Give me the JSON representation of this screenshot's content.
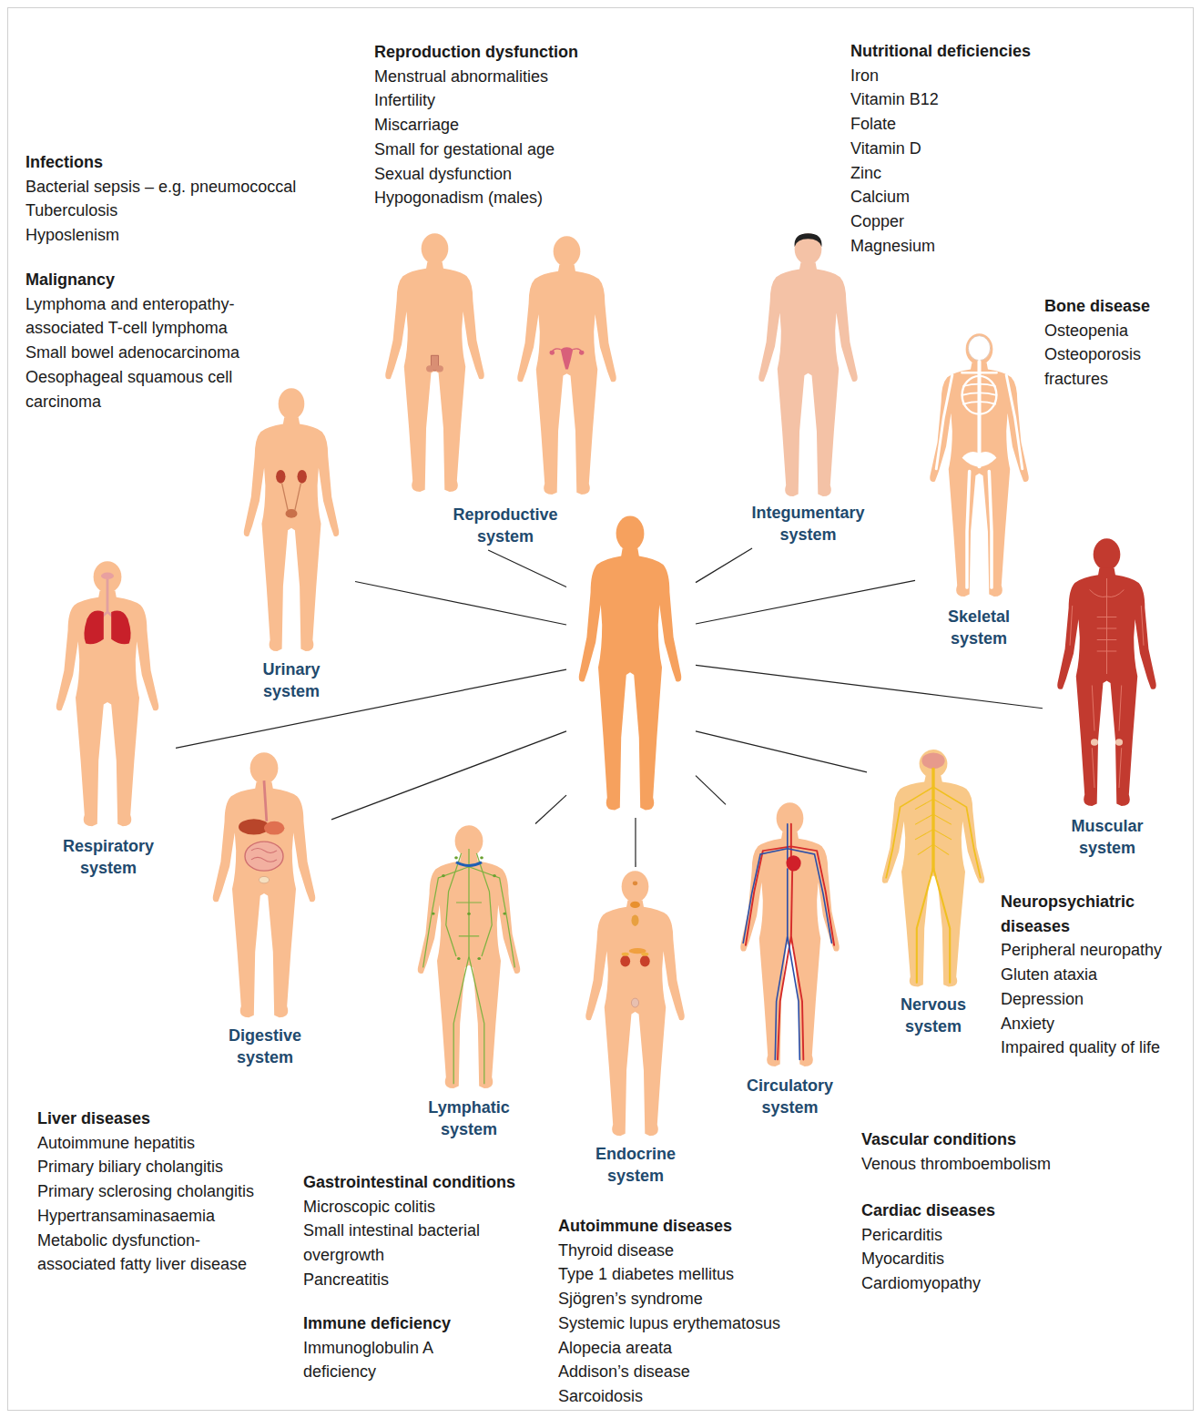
{
  "diagram": {
    "nodes": [
      {
        "text": [
          "Reproductive system"
        ]
      },
      {
        "text": [
          "Integumentary system"
        ]
      },
      {
        "text": [
          "Urinary system"
        ]
      },
      {
        "text": [
          "Skeletal system"
        ]
      },
      {
        "text": []
      },
      {
        "text": [
          "Muscular system"
        ]
      },
      {
        "text": [
          "Respiratory system"
        ]
      },
      {
        "text": [
          "Nervous system"
        ]
      },
      {
        "text": [
          "Digestive system"
        ]
      },
      {
        "text": [
          "Lymphatic system"
        ]
      },
      {
        "text": [
          "Circulatory system"
        ]
      },
      {
        "text": [
          "Endocrine system"
        ]
      }
    ],
    "edges": [
      {
        "from": 4,
        "to": 2,
        "arrow": "none"
      },
      {
        "from": 4,
        "to": 0,
        "arrow": "none"
      },
      {
        "from": 4,
        "to": 1,
        "arrow": "none"
      },
      {
        "from": 4,
        "to": 3,
        "arrow": "none"
      },
      {
        "from": 4,
        "to": 5,
        "arrow": "none"
      },
      {
        "from": 4,
        "to": 6,
        "arrow": "none"
      },
      {
        "from": 4,
        "to": 7,
        "arrow": "none"
      },
      {
        "from": 4,
        "to": 8,
        "arrow": "none"
      },
      {
        "from": 4,
        "to": 9,
        "arrow": "none"
      },
      {
        "from": 4,
        "to": 10,
        "arrow": "none"
      },
      {
        "from": 4,
        "to": 11,
        "arrow": "none"
      }
    ],
    "labels": [
      "Infections",
      "Bacterial sepsis – e.g. pneumococcal",
      "Tuberculosis",
      "Hyposlenism",
      "Malignancy",
      "Lymphoma and enteropathy-associated T-cell lymphoma",
      "Small bowel adenocarcinoma",
      "Oesophageal squamous cell carcinoma",
      "Reproduction dysfunction",
      "Menstrual abnormalities",
      "Infertility",
      "Miscarriage",
      "Small for gestational age",
      "Sexual dysfunction",
      "Hypogonadism (males)",
      "Nutritional deficiencies",
      "Iron",
      "Vitamin B12",
      "Folate",
      "Vitamin D",
      "Zinc",
      "Calcium",
      "Copper",
      "Magnesium",
      "Bone disease",
      "Osteopenia",
      "Osteoporosis",
      "fractures",
      "Neuropsychiatric diseases",
      "Peripheral neuropathy",
      "Gluten ataxia",
      "Depression",
      "Anxiety",
      "Impaired quality of life",
      "Liver diseases",
      "Autoimmune hepatitis",
      "Primary biliary cholangitis",
      "Primary sclerosing cholangitis",
      "Hypertransaminasaemia",
      "Metabolic dysfunction-associated fatty liver disease",
      "Gastrointestinal conditions",
      "Microscopic colitis",
      "Small intestinal bacterial overgrowth",
      "Pancreatitis",
      "Immune deficiency",
      "Immunoglobulin A deficiency",
      "Autoimmune diseases",
      "Thyroid disease",
      "Type 1 diabetes mellitus",
      "Sjögren’s syndrome",
      "Systemic lupus erythematosus",
      "Alopecia areata",
      "Addison’s disease",
      "Sarcoidosis",
      "Vascular conditions",
      "Venous thromboembolism",
      "Cardiac diseases",
      "Pericarditis",
      "Myocarditis",
      "Cardiomyopathy"
    ]
  }
}
